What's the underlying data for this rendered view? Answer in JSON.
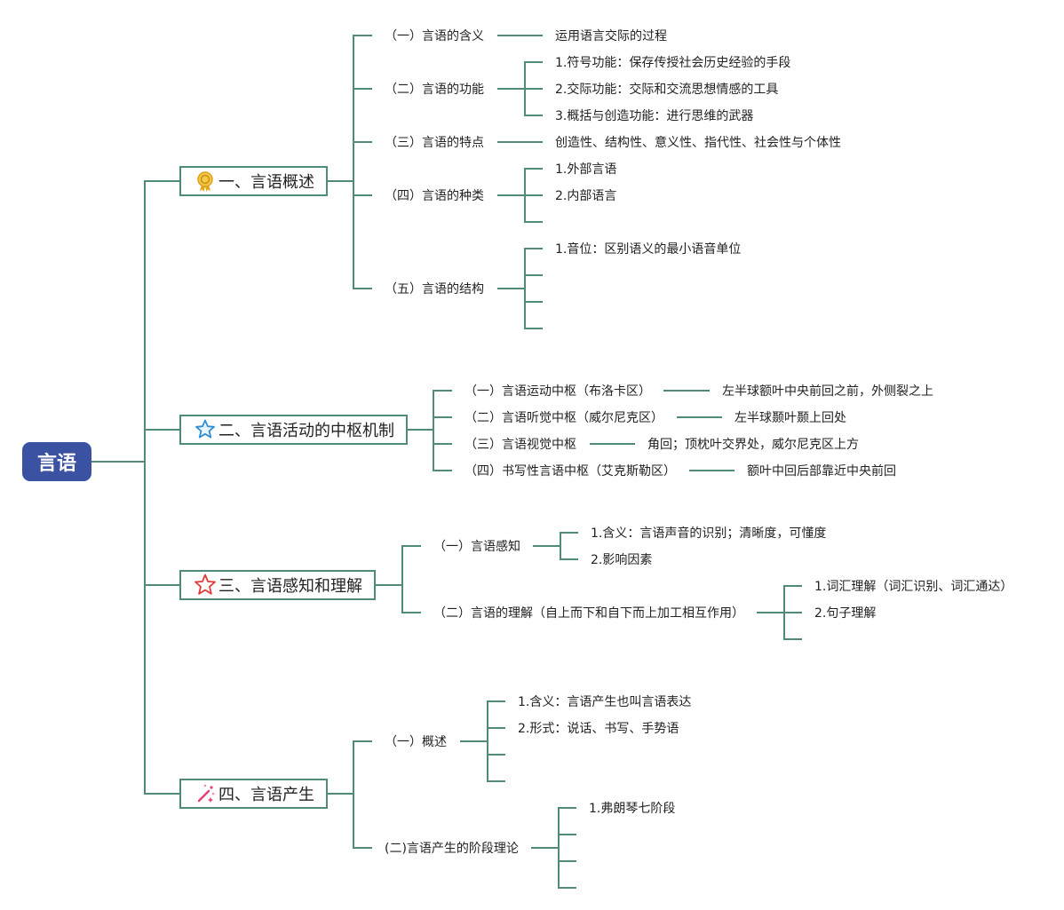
{
  "root": "言语",
  "sections": [
    {
      "title": "一、言语概述",
      "icon": "medal-icon",
      "children": [
        {
          "label": "（一）言语的含义",
          "items": [
            "运用语言交际的过程"
          ]
        },
        {
          "label": "（二）言语的功能",
          "items": [
            "1.符号功能：保存传授社会历史经验的手段",
            "2.交际功能：交际和交流思想情感的工具",
            "3.概括与创造功能：进行思维的武器"
          ]
        },
        {
          "label": "（三）言语的特点",
          "items": [
            "创造性、结构性、意义性、指代性、社会性与个体性"
          ]
        },
        {
          "label": "（四）言语的种类",
          "items": [
            "1.外部言语",
            "2.内部语言",
            ""
          ]
        },
        {
          "label": "（五）言语的结构",
          "items": [
            "1.音位：区别语义的最小语音单位",
            "",
            "",
            ""
          ]
        }
      ]
    },
    {
      "title": "二、言语活动的中枢机制",
      "icon": "blue-star-icon",
      "children": [
        {
          "label": "（一）言语运动中枢（布洛卡区）",
          "items": [
            "左半球额叶中央前回之前，外侧裂之上"
          ]
        },
        {
          "label": "（二）言语听觉中枢（威尔尼克区）",
          "items": [
            "左半球颞叶颞上回处"
          ]
        },
        {
          "label": "（三）言语视觉中枢",
          "items": [
            "角回；顶枕叶交界处，威尔尼克区上方"
          ]
        },
        {
          "label": "（四）书写性言语中枢（艾克斯勒区）",
          "items": [
            "额叶中回后部靠近中央前回"
          ]
        }
      ]
    },
    {
      "title": "三、言语感知和理解",
      "icon": "red-star-icon",
      "children": [
        {
          "label": "（一）言语感知",
          "items": [
            "1.含义：言语声音的识别；清晰度，可懂度",
            "2.影响因素"
          ]
        },
        {
          "label": "（二）言语的理解（自上而下和自下而上加工相互作用）",
          "items": [
            "1.词汇理解（词汇识别、词汇通达）",
            "2.句子理解",
            ""
          ]
        }
      ]
    },
    {
      "title": "四、言语产生",
      "icon": "magic-wand-icon",
      "children": [
        {
          "label": "（一）概述",
          "items": [
            "1.含义：言语产生也叫言语表达",
            "2.形式：说话、书写、手势语",
            "",
            ""
          ]
        },
        {
          "label": "(二)言语产生的阶段理论",
          "items": [
            "1.弗朗琴七阶段",
            "",
            "",
            ""
          ]
        }
      ]
    }
  ]
}
